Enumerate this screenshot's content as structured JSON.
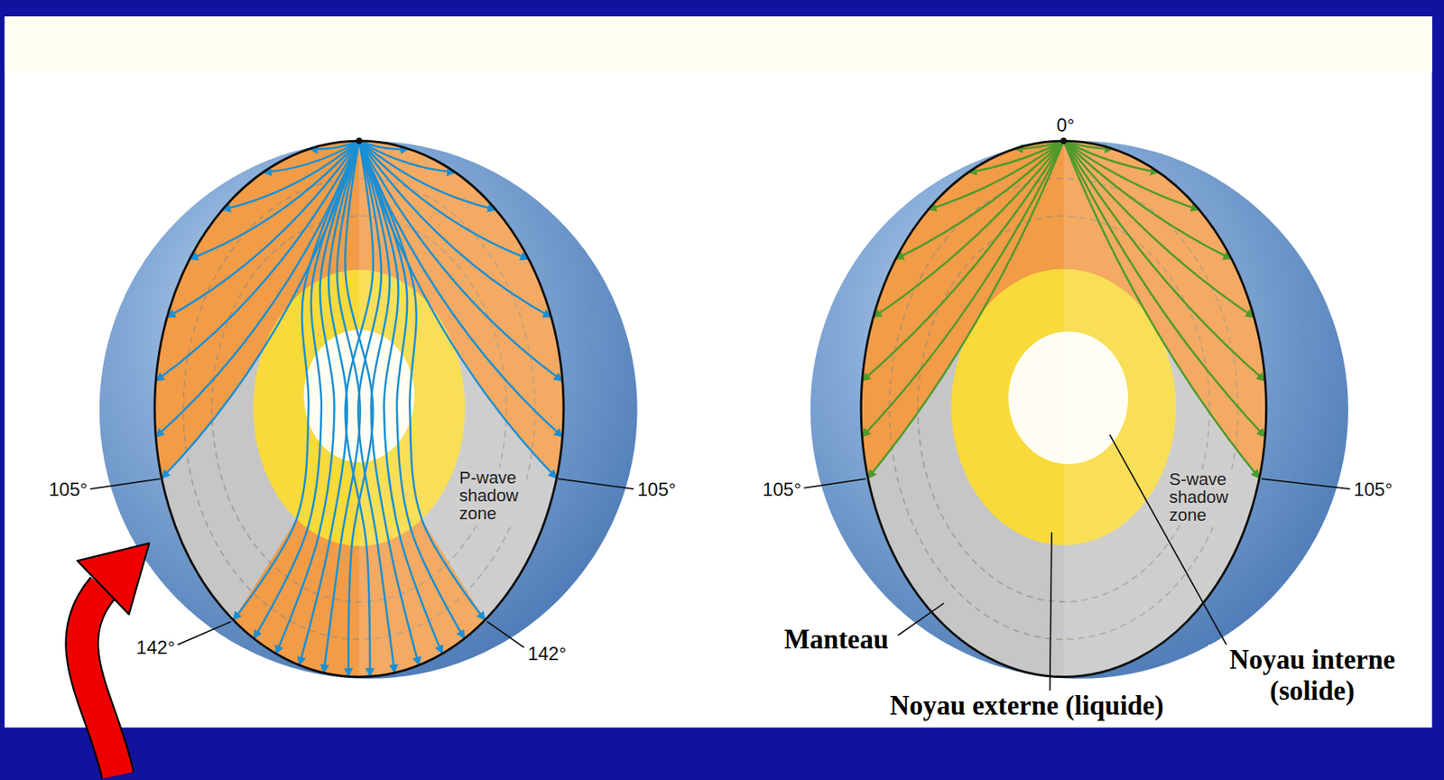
{
  "diagram": {
    "labels": [
      "105°",
      "P-wave shadow zone",
      "105°",
      "142°",
      "142°",
      "0°",
      "105°",
      "S-wave shadow zone",
      "105°",
      "Manteau",
      "Noyau interne (solide)",
      "Noyau externe (liquide)"
    ]
  }
}
